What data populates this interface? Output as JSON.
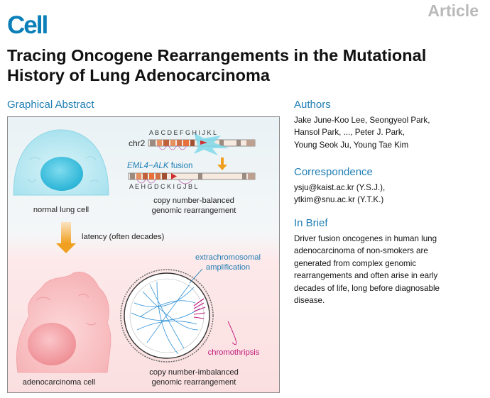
{
  "journal": {
    "logo": "Cell",
    "type": "Article"
  },
  "title": "Tracing Oncogene Rearrangements in the Mutational History of Lung Adenocarcinoma",
  "graphical_abstract": {
    "heading": "Graphical Abstract",
    "chr_label": "chr2",
    "letters_top": "A B C D E F G H    I      J      K   L",
    "letters_bottom": "A E H G D C K       I    G      J      B  L",
    "fusion_gene": "EML4−ALK",
    "fusion_word": "fusion",
    "normal_cell": "normal lung cell",
    "balanced": [
      "copy number-balanced",
      "genomic rearrangement"
    ],
    "latency": "latency (often decades)",
    "extrachromosomal": [
      "extrachromosomal",
      "amplification"
    ],
    "chromothripsis": "chromothripsis",
    "adeno_cell": "adenocarcinoma cell",
    "imbalanced": [
      "copy number-imbalanced",
      "genomic rearrangement"
    ],
    "colors": {
      "top_bg": "#eef4f6",
      "bottom_bg": "#fbe3e4",
      "cell_blue": "#5fc9de",
      "cell_pink": "#f6b3b5",
      "arrow": "#f0a020",
      "accent_blue": "#1f7eb4",
      "chromo": "#c0187a"
    }
  },
  "authors": {
    "heading": "Authors",
    "lines": [
      "Jake June-Koo Lee, Seongyeol Park,",
      "Hansol Park, ..., Peter J. Park,",
      "Young Seok Ju, Young Tae Kim"
    ]
  },
  "correspondence": {
    "heading": "Correspondence",
    "lines": [
      "ysju@kaist.ac.kr (Y.S.J.),",
      "ytkim@snu.ac.kr (Y.T.K.)"
    ]
  },
  "in_brief": {
    "heading": "In Brief",
    "lines": [
      "Driver fusion oncogenes in human lung",
      "adenocarcinoma of non-smokers are",
      "generated from complex genomic",
      "rearrangements and often arise in early",
      "decades of life, long before diagnosable",
      "disease."
    ]
  }
}
